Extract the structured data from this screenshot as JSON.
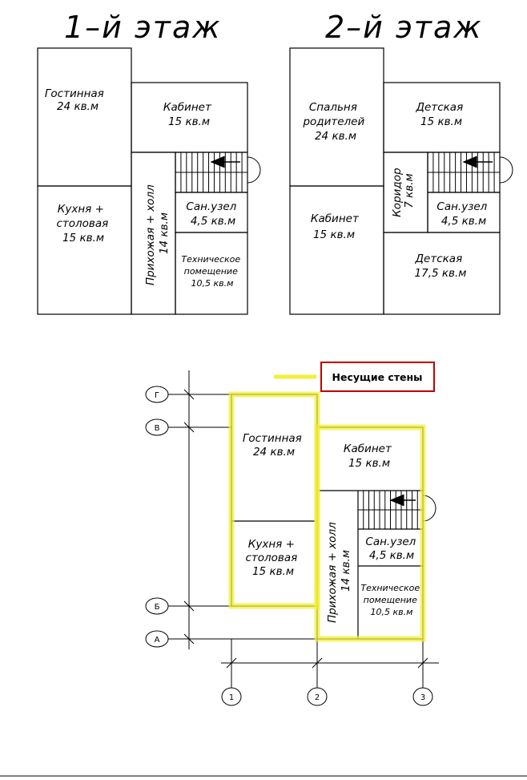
{
  "floor1": {
    "title": "1–й этаж",
    "living": [
      "Гостинная",
      "24 кв.м"
    ],
    "study": [
      "Кабинет",
      "15 кв.м"
    ],
    "kitchen": [
      "Кухня +",
      "столовая",
      "15 кв.м"
    ],
    "hall": [
      "Прихожая + холл",
      "14 кв.м"
    ],
    "bath": [
      "Сан.узел",
      "4,5 кв.м"
    ],
    "tech": [
      "Техническое",
      "помещение",
      "10,5 кв.м"
    ]
  },
  "floor2": {
    "title": "2–й этаж",
    "bedroom": [
      "Спальня",
      "родителей",
      "24 кв.м"
    ],
    "kids1": [
      "Детская",
      "15 кв.м"
    ],
    "corridor": [
      "Коридор",
      "7 кв.м"
    ],
    "bath": [
      "Сан.узел",
      "4,5 кв.м"
    ],
    "study": [
      "Кабинет",
      "15 кв.м"
    ],
    "kids2": [
      "Детская",
      "17,5 кв.м"
    ]
  },
  "plan": {
    "legend": "Несущие стены",
    "legend_color": "#f2ef3a",
    "legend_border": "#c00000",
    "axes_letters": [
      "Г",
      "В",
      "Б",
      "А"
    ],
    "axes_numbers": [
      "1",
      "2",
      "3"
    ],
    "living": [
      "Гостинная",
      "24 кв.м"
    ],
    "study": [
      "Кабинет",
      "15 кв.м"
    ],
    "kitchen": [
      "Кухня +",
      "столовая",
      "15 кв.м"
    ],
    "hall": [
      "Прихожая + холл",
      "14 кв.м"
    ],
    "bath": [
      "Сан.узел",
      "4,5 кв.м"
    ],
    "tech": [
      "Техническое",
      "помещение",
      "10,5 кв.м"
    ]
  }
}
